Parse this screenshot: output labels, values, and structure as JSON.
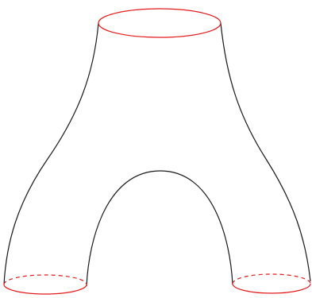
{
  "figure": {
    "subject": "pair-of-pants-surface",
    "background_color": "#ffffff",
    "outline_color": "#1a1a1a",
    "boundary_color": "#e31a1c",
    "boundary_components": [
      {
        "id": "waist",
        "visible_part": "solid-ellipse"
      },
      {
        "id": "left-leg",
        "visible_part": "front-solid-back-dashed"
      },
      {
        "id": "right-leg",
        "visible_part": "front-solid-back-dashed"
      }
    ]
  }
}
